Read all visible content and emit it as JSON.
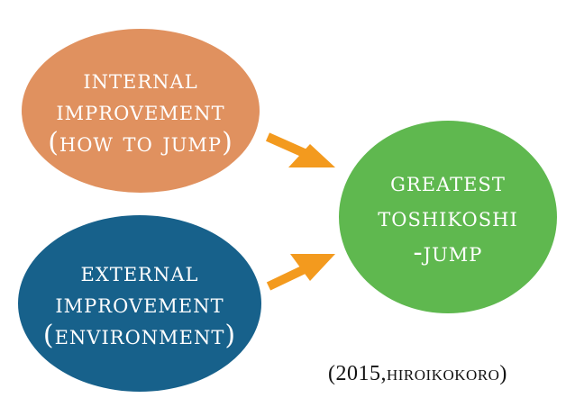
{
  "diagram": {
    "nodes": [
      {
        "id": "internal",
        "lines": [
          "INTERNAL",
          "IMPROVEMENT",
          "(HOW TO JUMP)"
        ],
        "color": "#e0915f"
      },
      {
        "id": "external",
        "lines": [
          "EXTERNAL",
          "IMPROVEMENT",
          "(ENVIRONMENT)"
        ],
        "color": "#17618b"
      },
      {
        "id": "goal",
        "lines": [
          "GREATEST",
          "TOSHIKOSHI",
          "-JUMP"
        ],
        "color": "#5fb84f"
      }
    ],
    "edges": [
      {
        "from": "internal",
        "to": "goal"
      },
      {
        "from": "external",
        "to": "goal"
      }
    ],
    "arrow_color": "#f39a1e",
    "citation": "(2015,HIROIKOKORO)"
  }
}
